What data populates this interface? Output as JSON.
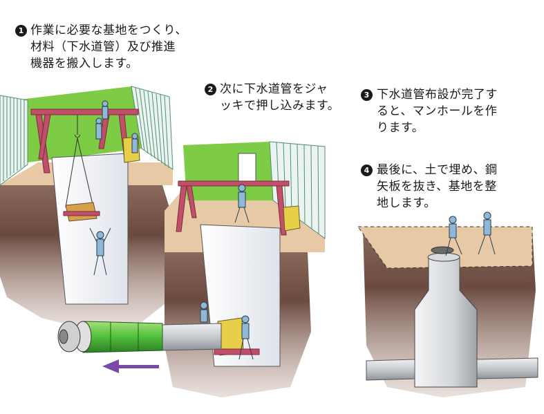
{
  "steps": [
    {
      "number": "1",
      "text": "作業に必要な基地をつくり、\n材料（下水道管）及び推進\n機器を搬入します。"
    },
    {
      "number": "2",
      "text": "次に下水道管をジャ\nッキで押し込みます。"
    },
    {
      "number": "3",
      "text": "下水道管布設が完了す\nると、マンホールを作\nります。"
    },
    {
      "number": "4",
      "text": "最後に、土で埋め、鋼\n矢板を抜き、基地を整\n地します。"
    }
  ],
  "colors": {
    "soil": "#6b4a3f",
    "soil_light": "#a98a7a",
    "ground_top": "#e8c9a6",
    "fence_green": "#7ecb45",
    "fence_line": "#4f8f6f",
    "crane_pink": "#c0506a",
    "pipe_green": "#4fbf3a",
    "pipe_gray": "#c9ccd0",
    "jack_yellow": "#e8cf4a",
    "arrow": "#7a4aa8"
  }
}
